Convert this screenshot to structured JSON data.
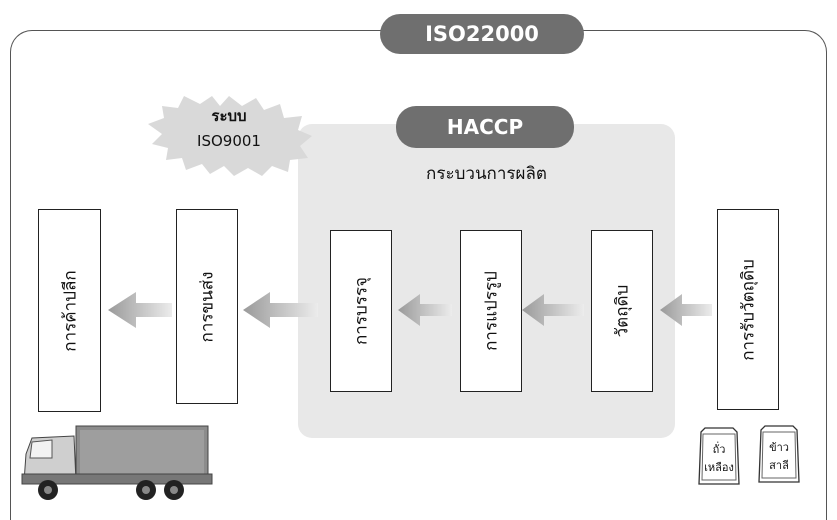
{
  "frame": {
    "title": "ISO22000"
  },
  "iso9001": {
    "line1": "ระบบ",
    "line2": "ISO9001"
  },
  "haccp": {
    "title": "HACCP",
    "panel_title": "กระบวนการผลิต"
  },
  "steps": {
    "retail": "การค้าปลีก",
    "transport": "การขนส่ง",
    "packaging": "การบรรจุ",
    "processing": "การแปรรูป",
    "raw_material": "วัตถุดิบ",
    "receiving": "การรับวัตถุดิบ"
  },
  "sacks": {
    "soybean_1": "ถั่ว",
    "soybean_2": "เหลือง",
    "rice_1": "ข้าว",
    "rice_2": "สาลี"
  },
  "icons": [
    "truck-icon",
    "sack-icon"
  ],
  "colors": {
    "pill": "#6f6f6f",
    "panel": "#e8e8e8",
    "arrow": "#bdbdbd"
  }
}
